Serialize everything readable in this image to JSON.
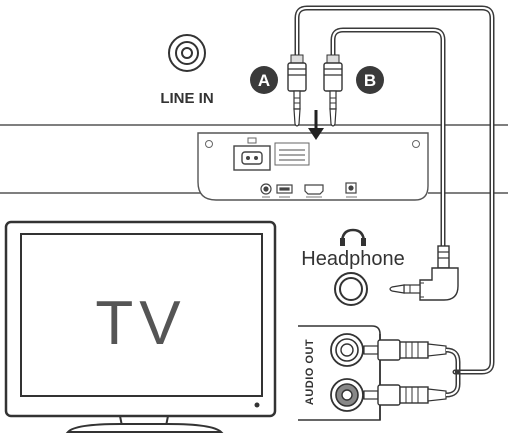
{
  "labels": {
    "line_in": "LINE IN",
    "plug_a": "A",
    "plug_b": "B",
    "headphone": "Headphone",
    "tv": "TV",
    "audio_out": "AUDIO OUT"
  },
  "icons": {
    "line_in_jack": "circle-jack-icon",
    "down_arrow": "arrow-down-icon",
    "headphone": "headphone-icon"
  }
}
